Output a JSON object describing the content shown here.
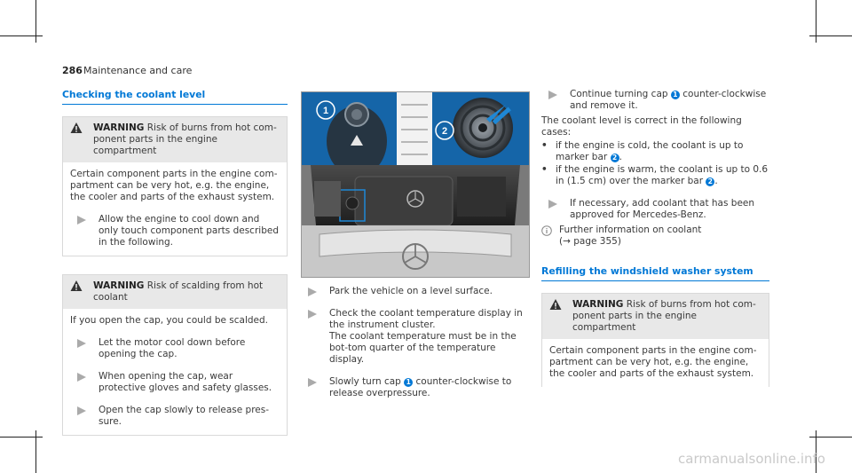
{
  "header": {
    "page_number": "286",
    "section": "Maintenance and care"
  },
  "col1": {
    "heading": "Checking the coolant level",
    "warning1": {
      "title": "WARNING",
      "summary": "Risk of burns from hot com-ponent parts in the engine compartment",
      "summary_line1": "Risk of burns from hot com-",
      "summary_line2": "ponent parts in the engine compartment",
      "body": "Certain component parts in the engine com-partment can be very hot, e.g. the engine, the cooler and parts of the exhaust system.",
      "step": "Allow the engine to cool down and only touch component parts described in the following."
    },
    "warning2": {
      "title": "WARNING",
      "summary": "Risk of scalding from hot coolant",
      "body": "If you open the cap, you could be scalded.",
      "steps": [
        "Let the motor cool down before opening the cap.",
        "When opening the cap, wear protective gloves and safety glasses.",
        "Open the cap slowly to release pres-sure."
      ]
    }
  },
  "photo": {
    "callout1": "1",
    "callout2": "2"
  },
  "col2": {
    "steps": [
      "Park the vehicle on a level surface.",
      "Check the coolant temperature display in the instrument cluster.",
      "Slowly turn cap"
    ],
    "step2_note": "The coolant temperature must be in the bot-tom quarter of the temperature display.",
    "step3_num": "1",
    "step3_rest": "counter-clockwise to release overpressure."
  },
  "col3": {
    "step1_pre": "Continue turning cap",
    "step1_num": "1",
    "step1_post": "counter-clockwise and remove it.",
    "intro": "The coolant level is correct in the following cases:",
    "bullet1_pre": "if the engine is cold, the coolant is up to marker bar",
    "bullet1_num": "2",
    "bullet2_pre": "if the engine is warm, the coolant is up to 0.6 in (1.5 cm) over the marker bar",
    "bullet2_num": "2",
    "step2": "If necessary, add coolant that has been approved for Mercedes-Benz.",
    "info": "Further information on coolant",
    "info_ref": "(→ page 355)",
    "heading2": "Refilling the windshield washer system",
    "warning3": {
      "title": "WARNING",
      "summary_line1": "Risk of burns from hot com-",
      "summary_line2": "ponent parts in the engine compartment",
      "body": "Certain component parts in the engine com-partment can be very hot, e.g. the engine, the cooler and parts of the exhaust system."
    }
  },
  "watermark": "carmanualsonline.info",
  "colors": {
    "accent": "#0078d6",
    "warn_bg": "#e8e8e8"
  }
}
